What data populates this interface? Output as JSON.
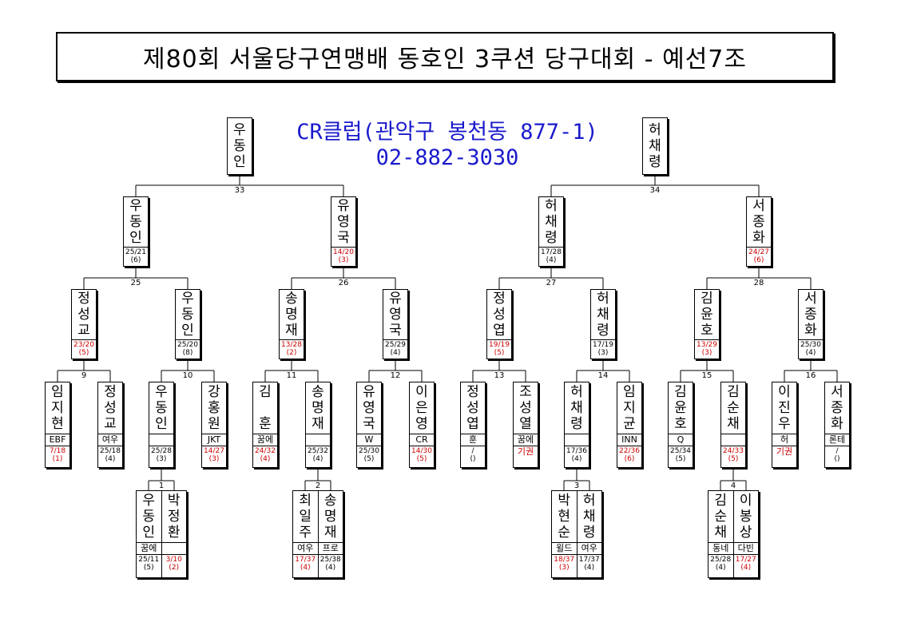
{
  "title": "제80회 서울당구연맹배 동호인 3쿠션 당구대회 - 예선7조",
  "venue": {
    "line1": "CR클럽(관악구 봉천동 877-1)",
    "line2": "02-882-3030"
  },
  "colors": {
    "venue": "#1a1acc",
    "highlight": "#cc0000"
  },
  "finalists": [
    {
      "name": "우동인",
      "match_label": "33"
    },
    {
      "name": "허채령",
      "match_label": "34"
    }
  ],
  "semis": [
    {
      "name": "우동인",
      "score": "25/21",
      "innings": "(6)",
      "red": false,
      "match_label": "25"
    },
    {
      "name": "유영국",
      "score": "14/20",
      "innings": "(3)",
      "red": true,
      "match_label": "26"
    },
    {
      "name": "허채령",
      "score": "17/28",
      "innings": "(4)",
      "red": false,
      "match_label": "27"
    },
    {
      "name": "서종화",
      "score": "24/27",
      "innings": "(6)",
      "red": true,
      "match_label": "28"
    }
  ],
  "quarters": [
    {
      "name": "정성교",
      "score": "23/20",
      "innings": "(5)",
      "red": true,
      "match_label": "9"
    },
    {
      "name": "우동인",
      "score": "25/20",
      "innings": "(8)",
      "red": false,
      "match_label": "10"
    },
    {
      "name": "송명재",
      "score": "13/28",
      "innings": "(2)",
      "red": true,
      "match_label": "11"
    },
    {
      "name": "유영국",
      "score": "25/29",
      "innings": "(4)",
      "red": false,
      "match_label": "12"
    },
    {
      "name": "정성엽",
      "score": "19/19",
      "innings": "(5)",
      "red": true,
      "match_label": "13"
    },
    {
      "name": "허채령",
      "score": "17/19",
      "innings": "(3)",
      "red": false,
      "match_label": "14"
    },
    {
      "name": "김윤호",
      "score": "13/29",
      "innings": "(3)",
      "red": true,
      "match_label": "15"
    },
    {
      "name": "서종화",
      "score": "25/30",
      "innings": "(4)",
      "red": false,
      "match_label": "16"
    }
  ],
  "players": [
    {
      "name": "임지현",
      "club": "EBF",
      "score": "7/18",
      "innings": "(1)",
      "red": true
    },
    {
      "name": "정성교",
      "club": "여우",
      "score": "25/18",
      "innings": "(4)",
      "red": false
    },
    {
      "name": "우동인",
      "club": "",
      "score": "25/28",
      "innings": "(3)",
      "red": false
    },
    {
      "name": "강홍원",
      "club": "JKT",
      "score": "14/27",
      "innings": "(3)",
      "red": true
    },
    {
      "name": "김　훈",
      "club": "꿈에",
      "score": "24/32",
      "innings": "(4)",
      "red": true
    },
    {
      "name": "송명재",
      "club": "",
      "score": "25/32",
      "innings": "(4)",
      "red": false
    },
    {
      "name": "유영국",
      "club": "W",
      "score": "25/30",
      "innings": "(5)",
      "red": false
    },
    {
      "name": "이은영",
      "club": "CR",
      "score": "14/30",
      "innings": "(5)",
      "red": true
    },
    {
      "name": "정성엽",
      "club": "훈",
      "score": "/",
      "innings": "()",
      "red": false
    },
    {
      "name": "조성열",
      "club": "꿈에",
      "result": "기권",
      "red": true
    },
    {
      "name": "허채령",
      "club": "",
      "score": "17/36",
      "innings": "(4)",
      "red": false
    },
    {
      "name": "임지균",
      "club": "INN",
      "score": "22/36",
      "innings": "(6)",
      "red": true
    },
    {
      "name": "김윤호",
      "club": "Q",
      "score": "25/34",
      "innings": "(5)",
      "red": false
    },
    {
      "name": "김순채",
      "club": "",
      "score": "24/33",
      "innings": "(5)",
      "red": true
    },
    {
      "name": "이진우",
      "club": "허",
      "result": "기권",
      "red": true
    },
    {
      "name": "서종화",
      "club": "론테",
      "score": "/",
      "innings": "()",
      "red": false
    }
  ],
  "prelim": [
    {
      "match_label": "1",
      "players": [
        {
          "name": "우동인",
          "club": "꿈에",
          "score": "25/11",
          "innings": "(5)",
          "red": false
        },
        {
          "name": "박정환",
          "club": "",
          "score": "3/10",
          "innings": "(2)",
          "red": true
        }
      ]
    },
    {
      "match_label": "2",
      "players": [
        {
          "name": "최일주",
          "club": "여우",
          "score": "17/37",
          "innings": "(4)",
          "red": true
        },
        {
          "name": "송명재",
          "club": "프로",
          "score": "25/38",
          "innings": "(4)",
          "red": false
        }
      ]
    },
    {
      "match_label": "3",
      "players": [
        {
          "name": "박현순",
          "club": "윌드",
          "score": "18/37",
          "innings": "(3)",
          "red": true
        },
        {
          "name": "허채령",
          "club": "여우",
          "score": "17/37",
          "innings": "(4)",
          "red": false
        }
      ]
    },
    {
      "match_label": "4",
      "players": [
        {
          "name": "김순채",
          "club": "동네",
          "score": "25/28",
          "innings": "(4)",
          "red": false
        },
        {
          "name": "이봉상",
          "club": "다빈",
          "score": "17/27",
          "innings": "(4)",
          "red": true
        }
      ]
    }
  ]
}
